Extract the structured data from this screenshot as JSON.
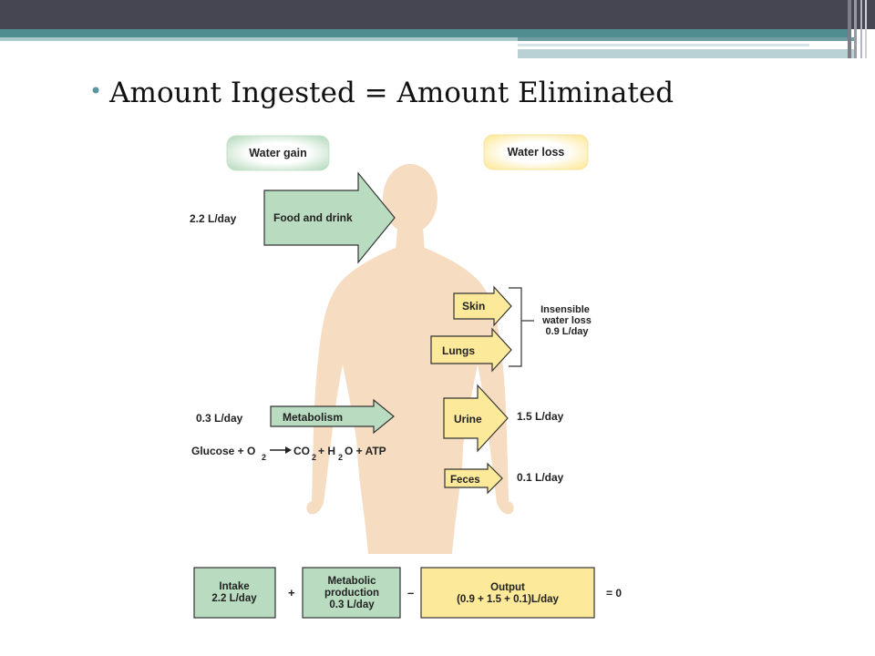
{
  "slide": {
    "bullet_text": "Amount Ingested = Amount Eliminated"
  },
  "diagram": {
    "water_gain": "Water gain",
    "water_loss": "Water loss",
    "food_rate": "2.2 L/day",
    "food": "Food and drink",
    "skin": "Skin",
    "lungs": "Lungs",
    "insensible_1": "Insensible",
    "insensible_2": "water loss",
    "insensible_3": "0.9 L/day",
    "metabolism_rate": "0.3 L/day",
    "metabolism": "Metabolism",
    "equation": {
      "glucose": "Glucose + O",
      "o2_sub": "2",
      "co2": "CO",
      "co2_sub": "2",
      "plus_h": "+ H",
      "h2o_sub": "2",
      "o_atp": "O + ATP"
    },
    "urine": "Urine",
    "urine_rate": "1.5 L/day",
    "feces": "Feces",
    "feces_rate": "0.1 L/day",
    "intake_1": "Intake",
    "intake_2": "2.2 L/day",
    "plus": "+",
    "metabolic_1": "Metabolic",
    "metabolic_2": "production",
    "metabolic_3": "0.3 L/day",
    "minus": "–",
    "output_1": "Output",
    "output_2": "(0.9 + 1.5 + 0.1)L/day",
    "equals": "= 0"
  },
  "colors": {
    "header_bar": "#464653",
    "accent_teal": "#4e8e90",
    "body_silhouette": "#f6dcc0",
    "gain_green": "#b9dcc0",
    "loss_yellow": "#fde99a"
  }
}
